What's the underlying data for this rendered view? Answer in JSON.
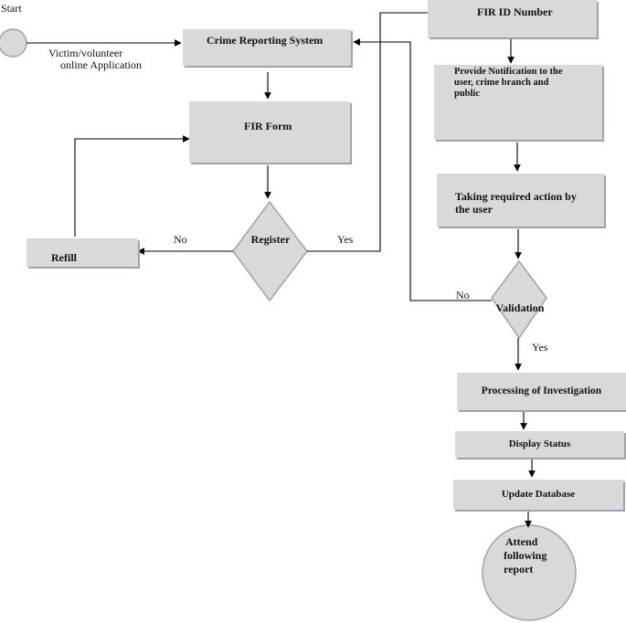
{
  "nodes": {
    "start": "Start",
    "applicant_line1": "Victim/volunteer",
    "applicant_line2": "online Application",
    "crime_system": "Crime Reporting System",
    "fir_form": "FIR Form",
    "register": "Register",
    "refill": "Refill",
    "fir_id": "FIR ID Number",
    "notify_line1": "Provide Notification to the",
    "notify_line2": "user, crime branch and",
    "notify_line3": "public",
    "action_line1": "Taking required action  by",
    "action_line2": "the user",
    "validation": "Validation",
    "processing": "Processing of Investigation",
    "display_status": "Display Status",
    "update_db": "Update Database",
    "attend_line1": "Attend",
    "attend_line2": "following",
    "attend_line3": "report"
  },
  "edges": {
    "no_register": "No",
    "yes_register": "Yes",
    "no_validation": "No",
    "yes_validation": "Yes"
  }
}
